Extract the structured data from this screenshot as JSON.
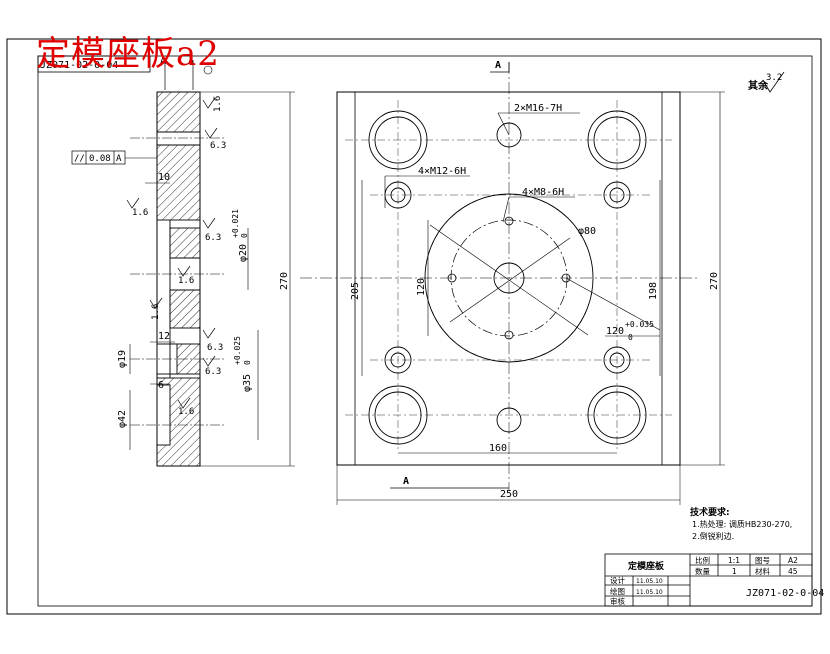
{
  "overlay_title": "定模座板a2",
  "corner_code": "JZ071-02-0-04",
  "surface_roughness": {
    "label": "其余",
    "value": "3.2"
  },
  "section_marks": {
    "letter": "A",
    "top_left": "A",
    "top_right": "A"
  },
  "side_view": {
    "tolerance_frame": {
      "symbol": "//",
      "value": "0.08",
      "datum": "A"
    },
    "dims": {
      "overall_height": "270",
      "flange_thickness": "10",
      "counterbore_depth": "12",
      "step_depth": "6",
      "bore_dia": "φ20",
      "bore_tol_upper": "+0.021",
      "bore_tol_lower": "0",
      "hole_dia_35": "φ35",
      "hole35_tol_upper": "+0.025",
      "hole35_tol_lower": "0",
      "dia_19": "φ19",
      "dia_42": "φ42"
    },
    "roughness": [
      "1.6",
      "6.3",
      "1.6",
      "6.3",
      "1.6",
      "1.6",
      "6.3",
      "6.3",
      "1.6"
    ]
  },
  "front_view": {
    "callouts": {
      "thread_m16": "2×M16-7H",
      "thread_m12": "4×M12-6H",
      "thread_m8": "4×M8-6H",
      "circle_dia": "φ80"
    },
    "dims": {
      "width": "250",
      "height": "270",
      "spacing_205": "205",
      "spacing_120": "120",
      "spacing_198": "198",
      "spacing_160": "160",
      "tol_120": "120",
      "tol_120_upper": "+0.035",
      "tol_120_lower": "0"
    }
  },
  "technical_requirements": {
    "title": "技术要求:",
    "items": [
      "1.热处理: 调质HB230-270,",
      "2.倒锐利边."
    ]
  },
  "title_block": {
    "part_name": "定模座板",
    "scale_label": "比例",
    "scale_value": "1:1",
    "sheet_label": "图号",
    "sheet_value": "A2",
    "qty_label": "数量",
    "qty_value": "1",
    "material_label": "材料",
    "material_value": "45",
    "designer_label": "设计",
    "designer_date": "11.05.10",
    "drawer_label": "绘图",
    "drawer_date": "11.05.10",
    "reviewer_label": "审核",
    "drawing_number": "JZ071-02-0-04"
  }
}
